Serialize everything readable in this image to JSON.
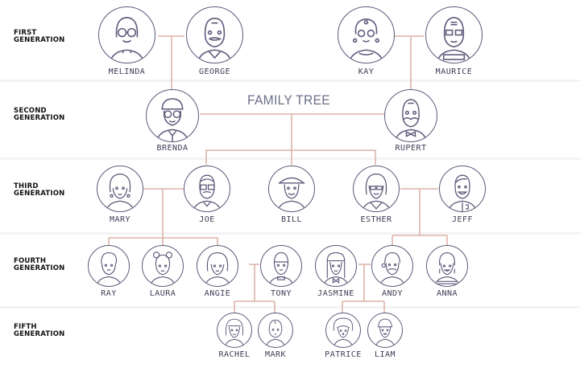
{
  "title": "FAMILY TREE",
  "colors": {
    "outline": "#5c5a7a",
    "connector": "#dcb3a8",
    "label": "#3d3c55",
    "title": "#6e6e8c",
    "band_separator": "#f3f3f3"
  },
  "generations": [
    {
      "label_line1": "FIRST",
      "label_line2": "GENERATION"
    },
    {
      "label_line1": "SECOND",
      "label_line2": "GENERATION"
    },
    {
      "label_line1": "THIRD",
      "label_line2": "GENERATION"
    },
    {
      "label_line1": "FOURTH",
      "label_line2": "GENERATION"
    },
    {
      "label_line1": "FIFTH",
      "label_line2": "GENERATION"
    }
  ],
  "people": {
    "melinda": {
      "name": "MELINDA",
      "icon": "elderly-woman-glasses-icon"
    },
    "george": {
      "name": "GEORGE",
      "icon": "bald-man-mustache-icon"
    },
    "kay": {
      "name": "KAY",
      "icon": "elderly-woman-curly-hair-icon"
    },
    "maurice": {
      "name": "MAURICE",
      "icon": "elderly-man-glasses-sweater-icon"
    },
    "brenda": {
      "name": "BRENDA",
      "icon": "woman-cap-glasses-icon"
    },
    "rupert": {
      "name": "RUPERT",
      "icon": "man-mustache-bowtie-icon"
    },
    "mary": {
      "name": "MARY",
      "icon": "woman-earrings-icon"
    },
    "joe": {
      "name": "JOE",
      "icon": "man-glasses-mustache-icon"
    },
    "bill": {
      "name": "BILL",
      "icon": "man-hat-icon"
    },
    "esther": {
      "name": "ESTHER",
      "icon": "woman-bob-glasses-icon"
    },
    "jeff": {
      "name": "JEFF",
      "icon": "man-smiling-headset-icon"
    },
    "ray": {
      "name": "RAY",
      "icon": "young-man-icon"
    },
    "laura": {
      "name": "LAURA",
      "icon": "girl-buns-icon"
    },
    "angie": {
      "name": "ANGIE",
      "icon": "woman-wavy-hair-icon"
    },
    "tony": {
      "name": "TONY",
      "icon": "young-man-short-hair-icon"
    },
    "jasmine": {
      "name": "JASMINE",
      "icon": "woman-long-hair-bow-icon"
    },
    "andy": {
      "name": "ANDY",
      "icon": "man-mustache-headset-icon"
    },
    "anna": {
      "name": "ANNA",
      "icon": "woman-earrings-striped-icon"
    },
    "rachel": {
      "name": "RACHEL",
      "icon": "girl-bangs-icon"
    },
    "mark": {
      "name": "MARK",
      "icon": "baby-boy-icon"
    },
    "patrice": {
      "name": "PATRICE",
      "icon": "child-curly-hair-icon"
    },
    "liam": {
      "name": "LIAM",
      "icon": "child-beanie-icon"
    }
  }
}
